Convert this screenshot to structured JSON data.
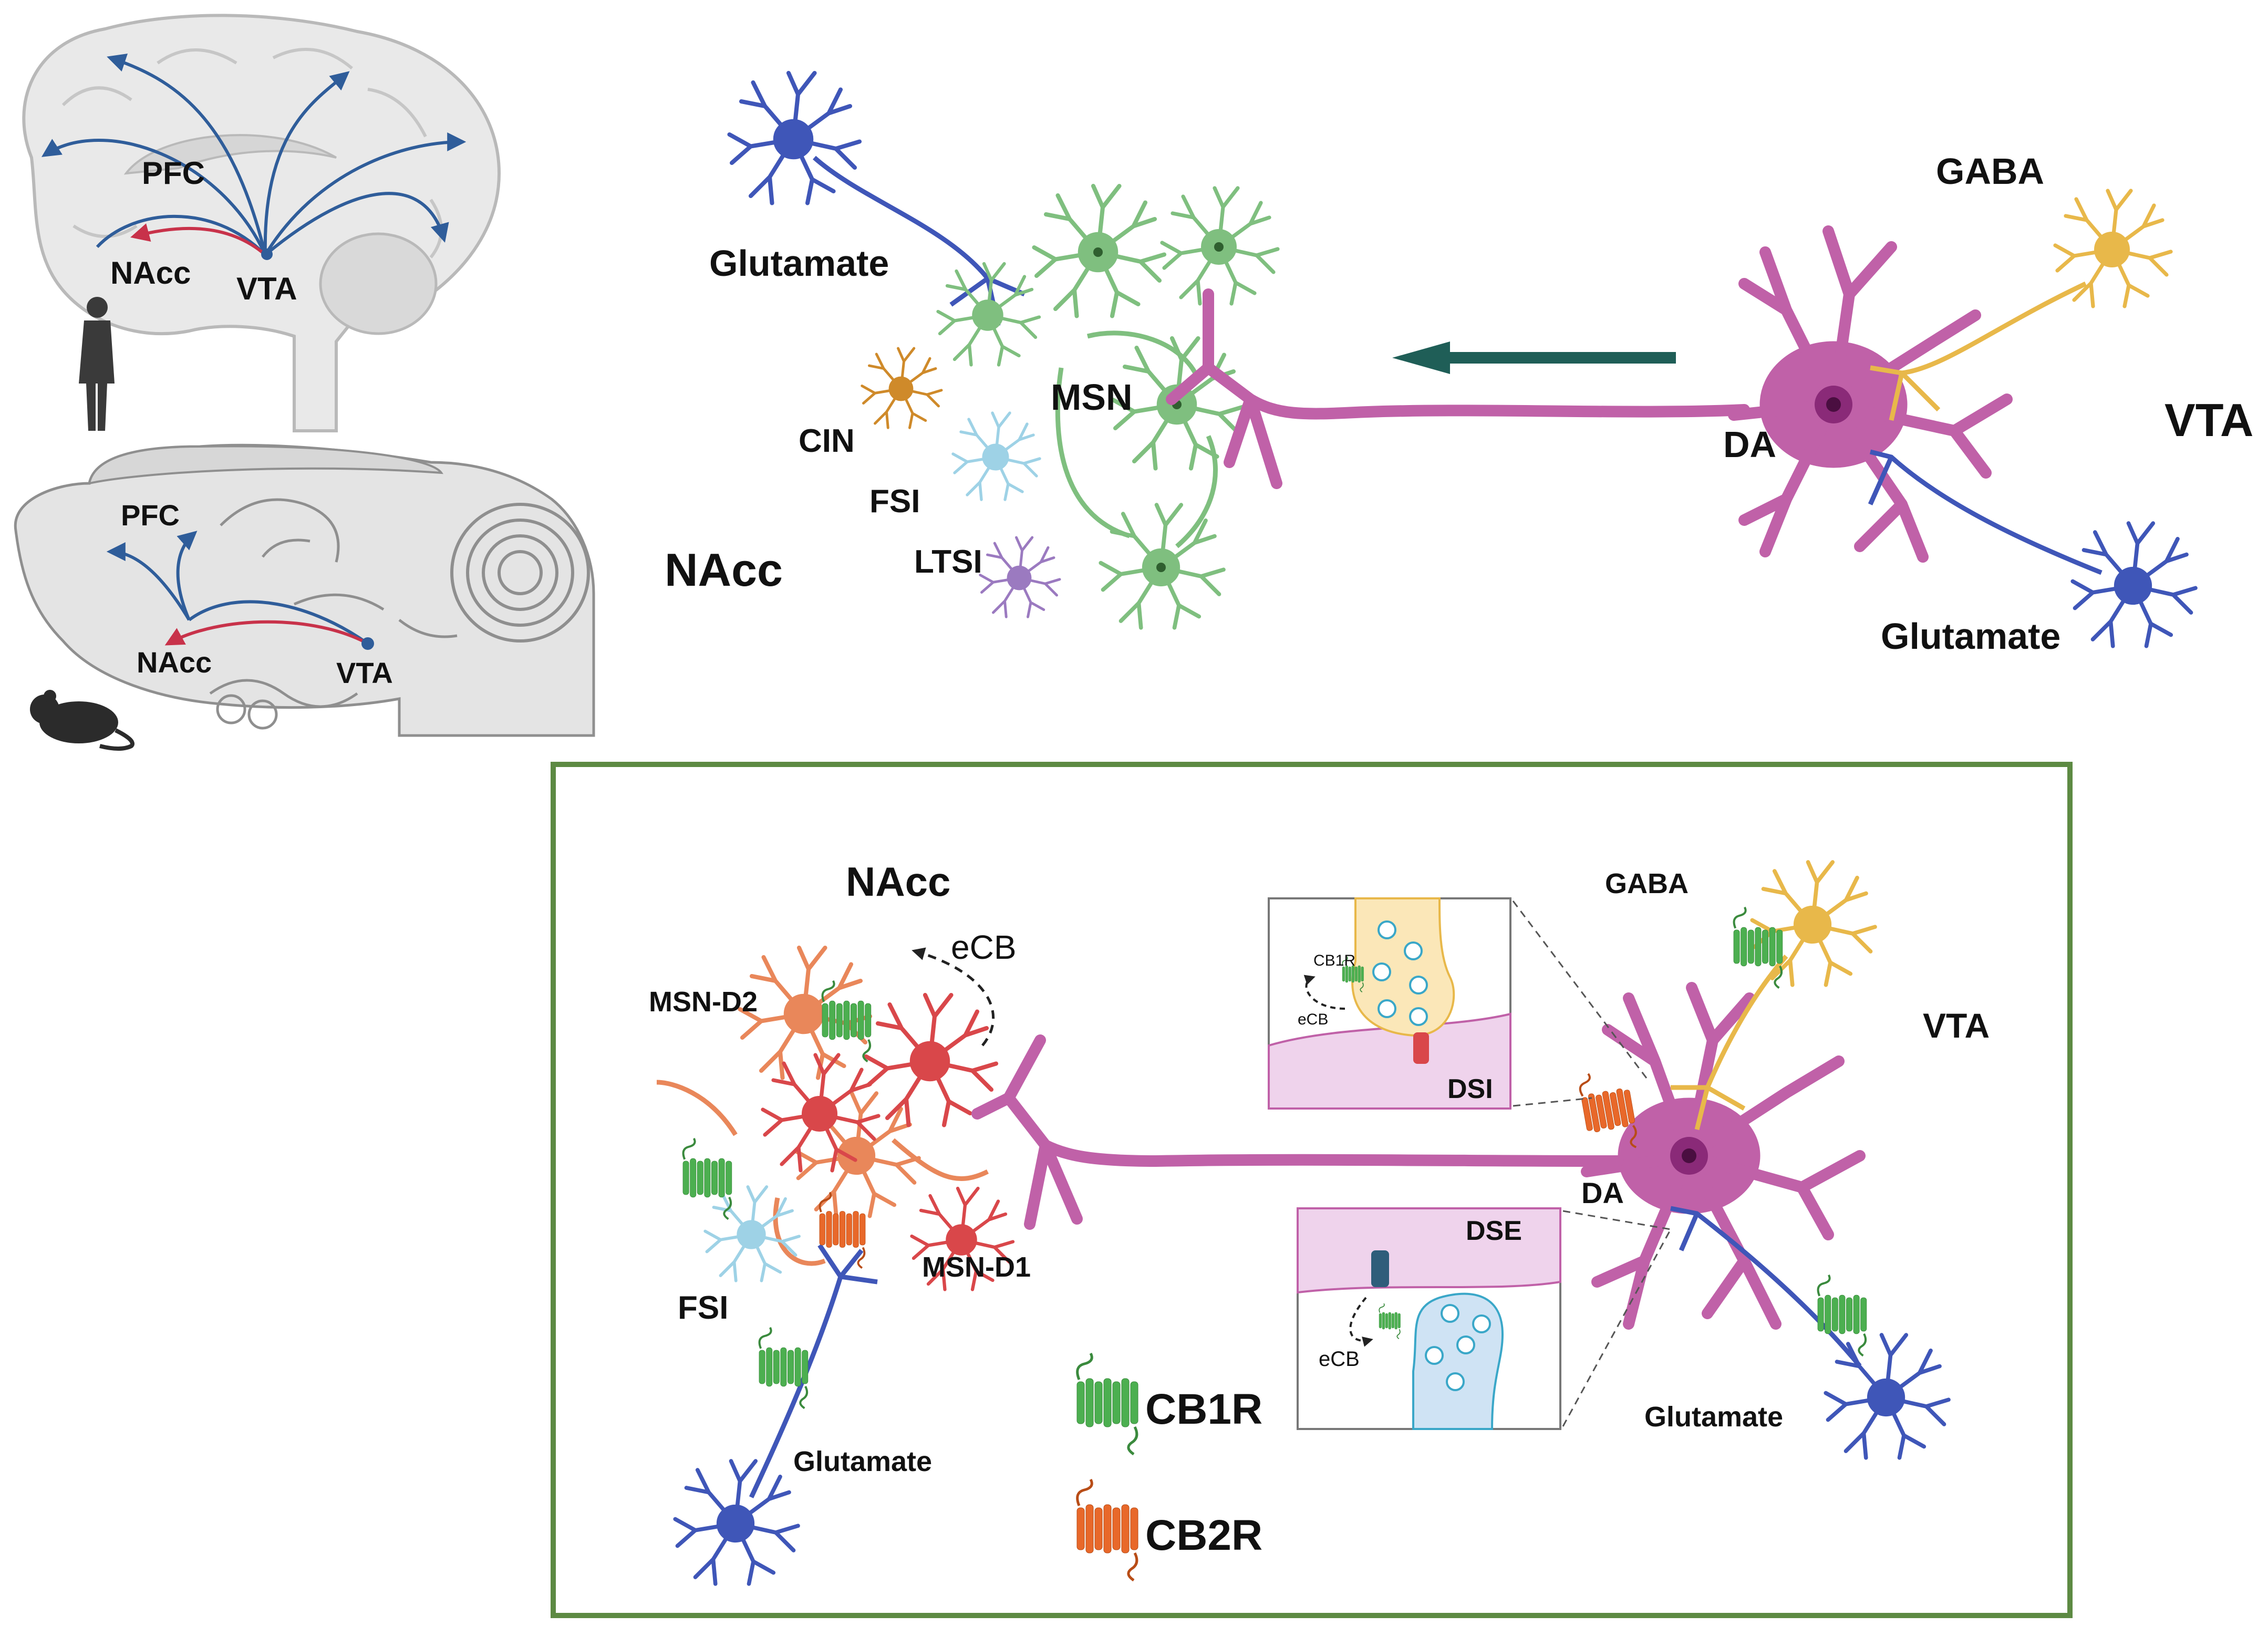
{
  "colors": {
    "brain_fill": "#e9e9e9",
    "brain_stroke": "#b9b9b9",
    "projection_blue": "#2f5d9a",
    "projection_red": "#c8324a",
    "msn_green": "#7fbf7f",
    "msn_green_dark": "#5aa35a",
    "dopamine_magenta": "#c061a8",
    "dopamine_dark": "#8a2a78",
    "gaba_yellow": "#e8b84a",
    "glutamate_blue": "#3f56b8",
    "cin_orange": "#cf8a2a",
    "fsi_lightblue": "#9ed2e6",
    "ltsi_purple": "#9b7ac0",
    "msn_d2_orange": "#e9875a",
    "msn_d1_red": "#d9474a",
    "cb1r_green": "#4caf50",
    "cb2r_orange": "#e8682a",
    "arrow_teal": "#1f5e57",
    "box_border": "#5d8a43",
    "inset_pink": "#efd3ec",
    "inset_yellow": "#fbe7b8",
    "inset_blue": "#cfe3f4"
  },
  "icons": {
    "human_silhouette": "human-silhouette-icon",
    "rat_silhouette": "rat-silhouette-icon",
    "receptor": "gpcr-receptor-icon"
  },
  "human_brain": {
    "labels": {
      "pfc": "PFC",
      "nacc": "NAcc",
      "vta": "VTA"
    }
  },
  "rodent_brain": {
    "labels": {
      "pfc": "PFC",
      "nacc": "NAcc",
      "vta": "VTA"
    }
  },
  "circuit": {
    "region_nacc": "NAcc",
    "region_vta": "VTA",
    "labels": {
      "glutamate_left": "Glutamate",
      "msn": "MSN",
      "cin": "CIN",
      "fsi": "FSI",
      "ltsi": "LTSI",
      "da": "DA",
      "gaba": "GABA",
      "glutamate_right": "Glutamate"
    }
  },
  "panel": {
    "region_nacc": "NAcc",
    "region_vta": "VTA",
    "labels": {
      "ecb": "eCB",
      "msn_d2": "MSN-D2",
      "msn_d1": "MSN-D1",
      "fsi": "FSI",
      "glutamate_left": "Glutamate",
      "gaba": "GABA",
      "da": "DA",
      "glutamate_right": "Glutamate"
    },
    "inset_dsi": {
      "title": "DSI",
      "receptor": "CB1R",
      "ecb": "eCB"
    },
    "inset_dse": {
      "title": "DSE",
      "ecb": "eCB"
    },
    "legend": {
      "cb1r": "CB1R",
      "cb2r": "CB2R"
    }
  }
}
